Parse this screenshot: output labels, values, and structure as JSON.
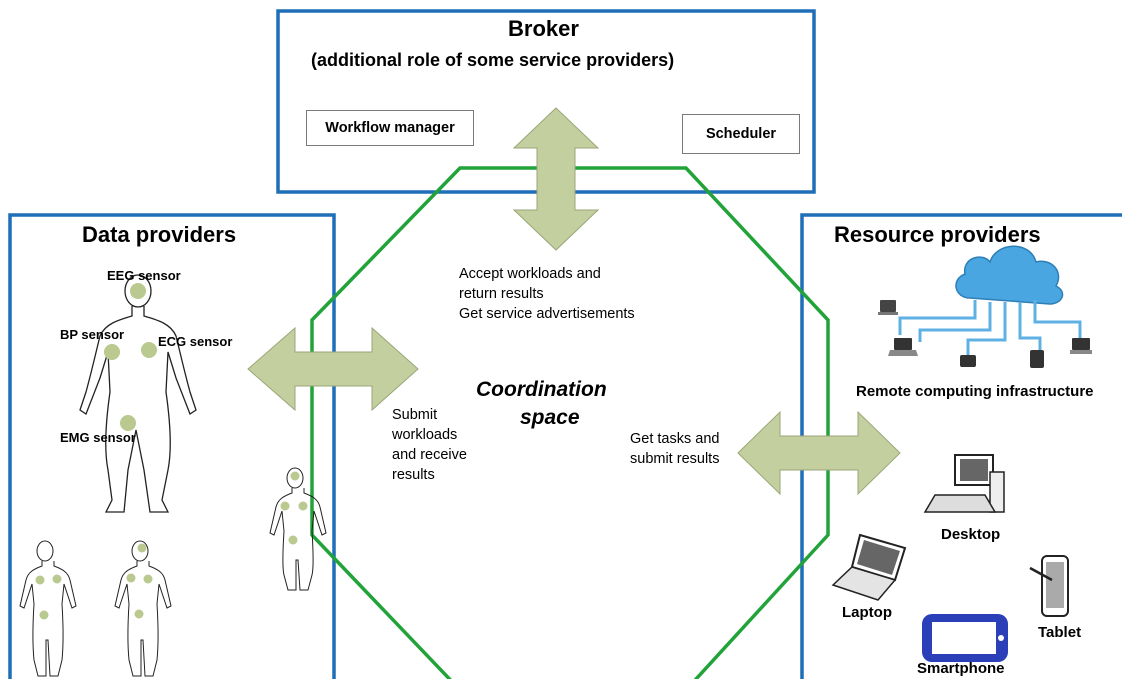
{
  "broker": {
    "title": "Broker",
    "subtitle": "(additional role of some service providers)",
    "workflow_manager": "Workflow manager",
    "scheduler": "Scheduler"
  },
  "data_providers": {
    "title": "Data providers",
    "sensors": [
      "EEG sensor",
      "BP sensor",
      "ECG sensor",
      "EMG sensor"
    ]
  },
  "resource_providers": {
    "title": "Resource providers",
    "remote": "Remote computing infrastructure",
    "devices": [
      "Desktop",
      "Laptop",
      "Tablet",
      "Smartphone"
    ]
  },
  "coordination": {
    "title_line1": "Coordination",
    "title_line2": "space",
    "broker_interaction": [
      "Accept workloads and",
      "return results",
      "Get service advertisements"
    ],
    "data_interaction": [
      "Submit",
      "workloads",
      "and receive",
      "results"
    ],
    "resource_interaction": [
      "Get tasks and",
      "submit results"
    ]
  },
  "colors": {
    "box_border": "#1f6fb8",
    "octagon": "#22a33a",
    "arrow_fill": "#c3cf9e",
    "arrow_stroke": "#9aa678",
    "sensor_dot": "#b9c98f"
  }
}
